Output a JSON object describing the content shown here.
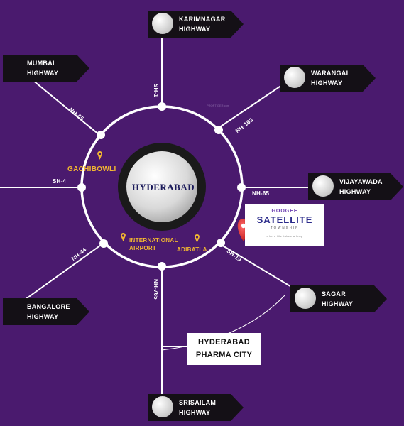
{
  "hub": {
    "name": "HYDERABAD"
  },
  "highways": {
    "karimnagar": {
      "line1": "KARIMNAGAR",
      "line2": "HIGHWAY"
    },
    "mumbai": {
      "line1": "MUMBAI",
      "line2": "HIGHWAY"
    },
    "warangal": {
      "line1": "WARANGAL",
      "line2": "HIGHWAY"
    },
    "vijayawada": {
      "line1": "VIJAYAWADA",
      "line2": "HIGHWAY"
    },
    "bangalore": {
      "line1": "BANGALORE",
      "line2": "HIGHWAY"
    },
    "sagar": {
      "line1": "SAGAR",
      "line2": "HIGHWAY"
    },
    "srisailam": {
      "line1": "SRISAILAM",
      "line2": "HIGHWAY"
    }
  },
  "roads": {
    "sh1": "SH-1",
    "nh65_nw": "NH-65",
    "nh163": "NH-163",
    "sh4": "SH-4",
    "nh65_e": "NH-65",
    "nh44": "NH-44",
    "sh19": "SH-19",
    "nh765": "NH-765"
  },
  "places": {
    "gachibowli": "GACHIBOWLI",
    "airport_line1": "INTERNATIONAL",
    "airport_line2": "AIRPORT",
    "adibatla": "ADIBATLA"
  },
  "project": {
    "brand": "GOOGEE",
    "name": "SATELLITE",
    "type": "TOWNSHIP",
    "tagline": "where life takes a leap"
  },
  "pharma_city": {
    "line1": "HYDERABAD",
    "line2": "PHARMA CITY"
  },
  "watermark": "PROPTIGER.com",
  "colors": {
    "background": "#4a1a6e",
    "place_label": "#f2b731",
    "highway_box": "#141016",
    "pin": "#e03030"
  }
}
